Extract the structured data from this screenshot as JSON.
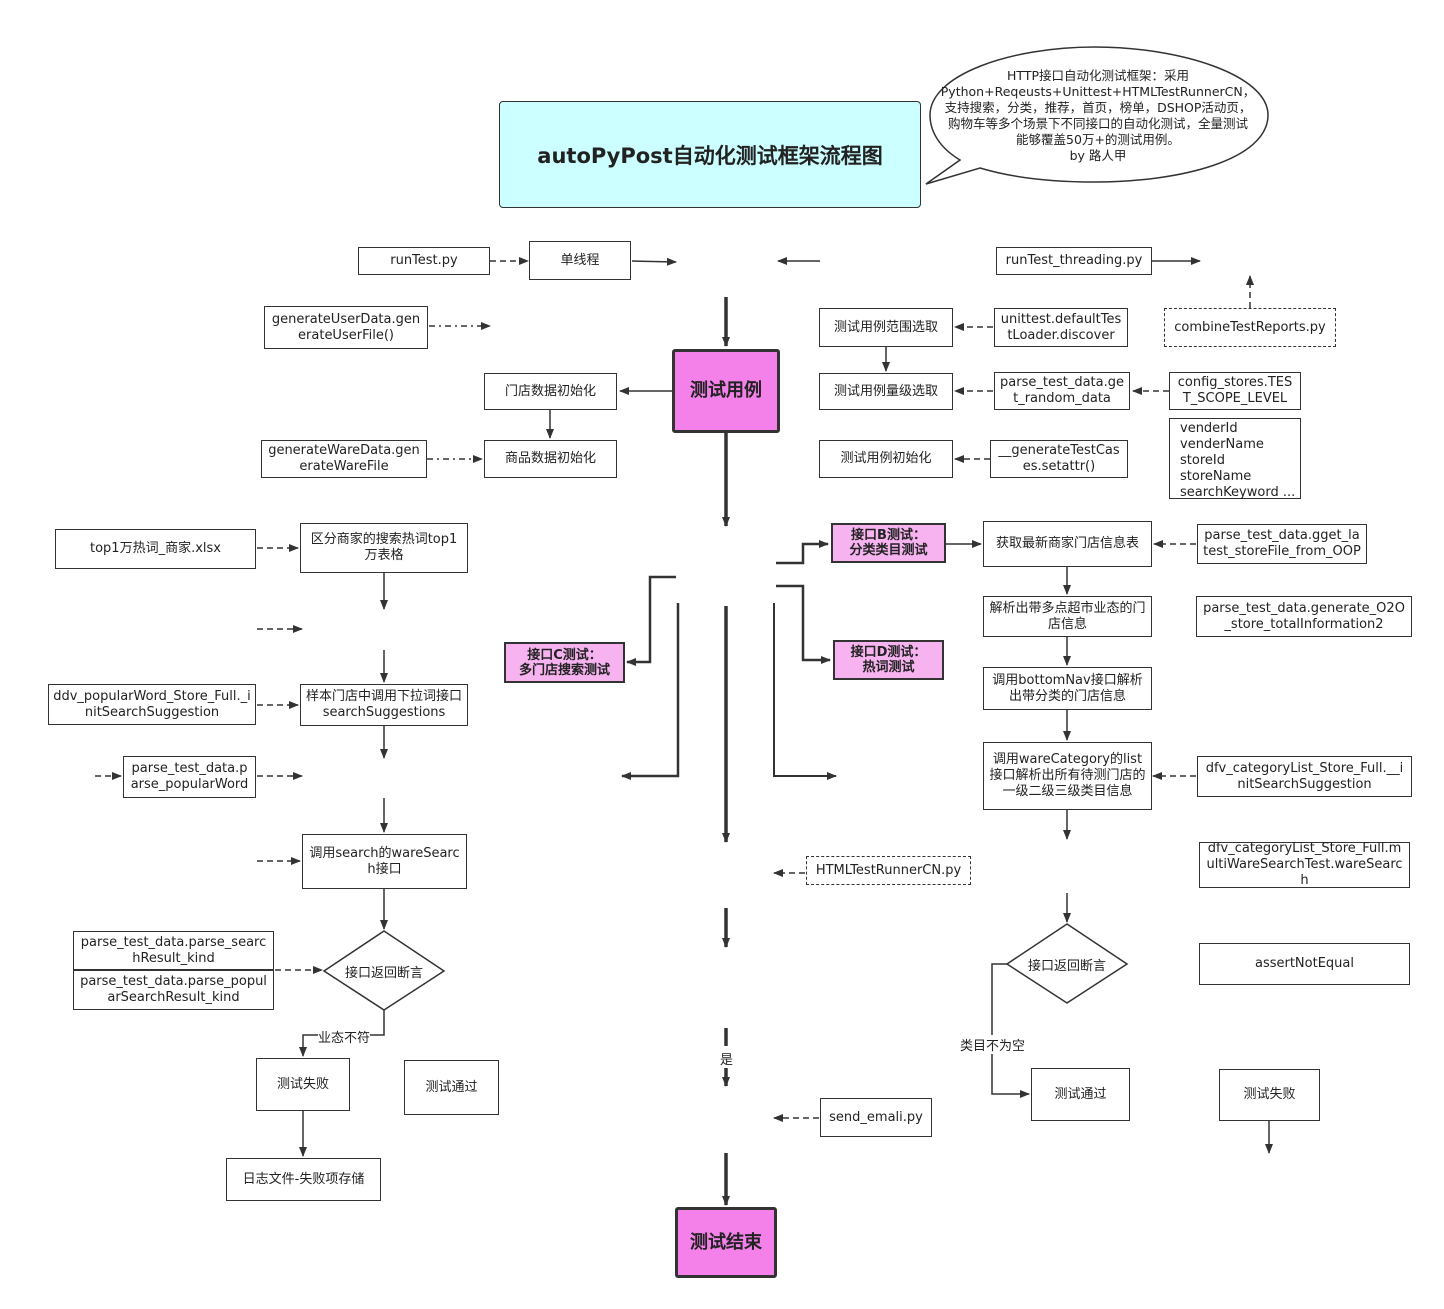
{
  "title": "autoPyPost自动化测试框架流程图",
  "callout": {
    "lines": [
      "HTTP接口自动化测试框架：采用",
      "Python+Reqeusts+Unittest+HTMLTestRunnerCN，",
      "支持搜索，分类，推荐，首页，榜单，DSHOP活动页，",
      "购物车等多个场景下不同接口的自动化测试，全量测试",
      "能够覆盖50万+的测试用例。",
      "by 路人甲"
    ]
  },
  "nodes": {
    "run_test": "runTest.py",
    "single_thread": "单线程",
    "run_test_threading": "runTest_threading.py",
    "combine_reports": "combineTestReports.py",
    "gen_user": "generateUserData.generateUserFile()",
    "unittest_discover": "unittest.defaultTestLoader.discover",
    "scope_select": "测试用例范围选取",
    "test_case": "测试用例",
    "store_init": "门店数据初始化",
    "level_select": "测试用例量级选取",
    "parse_random": "parse_test_data.get_random_data",
    "config_stores": "config_stores.TEST_SCOPE_LEVEL",
    "fields": [
      "venderId",
      "venderName",
      "storeId",
      "storeName",
      "searchKeyword ..."
    ],
    "gen_ware": "generateWareData.generateWareFile",
    "ware_init": "商品数据初始化",
    "case_init": "测试用例初始化",
    "gen_test_cases": "__generateTestCases.setattr()",
    "top_xlsx": "top1万热词_商家.xlsx",
    "hotword_table": "区分商家的搜索热词top1万表格",
    "api_b": "接口B测试：\n分类类目测试",
    "latest_store": "获取最新商家门店信息表",
    "parse_latest": "parse_test_data.gget_latest_storeFile_from_OOP",
    "api_c": "接口C测试：\n多门店搜索测试",
    "api_d": "接口D测试：\n热词测试",
    "parse_multi": "解析出带多点超市业态的门店信息",
    "parse_o2o": "parse_test_data.generate_O2O_store_totalInformation2",
    "ddv_popular": "ddv_popularWord_Store_Full._initSearchSuggestion",
    "sample_store": "样本门店中调用下拉词接口searchSuggestions",
    "bottom_nav": "调用bottomNav接口解析出带分类的门店信息",
    "parse_popular": "parse_test_data.parse_popularWord",
    "ware_category": "调用wareCategory的list接口解析出所有待测门店的一级二级三级类目信息",
    "dfv_category": "dfv_categoryList_Store_Full.__initSearchSuggestion",
    "ware_search": "调用search的wareSearch接口",
    "html_runner": "HTMLTestRunnerCN.py",
    "dfv_multi": "dfv_categoryList_Store_Full.multiWareSearchTest.wareSearch",
    "parse_search_kind": "parse_test_data.parse_searchResult_kind",
    "parse_popular_kind": "parse_test_data.parse_popularSearchResult_kind",
    "assert_left": "接口返回断言",
    "assert_right": "接口返回断言",
    "assert_not_equal": "assertNotEqual",
    "fail_left": "测试失败",
    "pass_left": "测试通过",
    "pass_right": "测试通过",
    "fail_right": "测试失败",
    "log_file": "日志文件-失败项存储",
    "send_email": "send_emali.py",
    "test_end": "测试结束"
  },
  "labels": {
    "mismatch": "业态不符",
    "yes": "是",
    "not_empty": "类目不为空"
  }
}
